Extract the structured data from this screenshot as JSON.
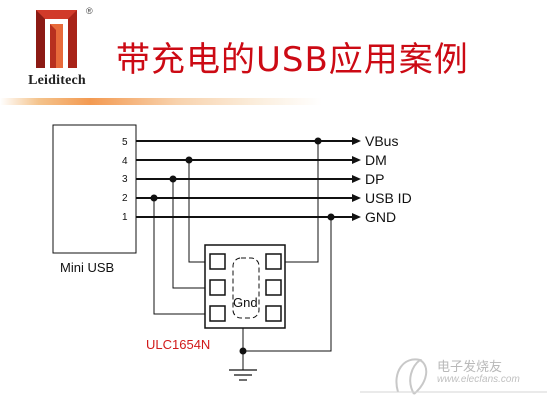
{
  "logo": {
    "name": "Leiditech",
    "reg_mark": "®",
    "icon": "leiditech-logo"
  },
  "title": "带充电的USB应用案例",
  "connector": {
    "label": "Mini USB",
    "pins": [
      {
        "number": "5",
        "signal": "VBus"
      },
      {
        "number": "4",
        "signal": "DM"
      },
      {
        "number": "3",
        "signal": "DP"
      },
      {
        "number": "2",
        "signal": "USB ID"
      },
      {
        "number": "1",
        "signal": "GND"
      }
    ]
  },
  "chip": {
    "part_number": "ULC1654N",
    "pad_label": "Gnd"
  },
  "watermark": {
    "text": "电子发烧友",
    "url": "www.elecfans.com",
    "icon": "elecfans-logo"
  },
  "colors": {
    "title": "#cc0a14",
    "part_label": "#d11a1a",
    "logo_red": "#d13a2a",
    "logo_dark": "#8c1a14"
  }
}
